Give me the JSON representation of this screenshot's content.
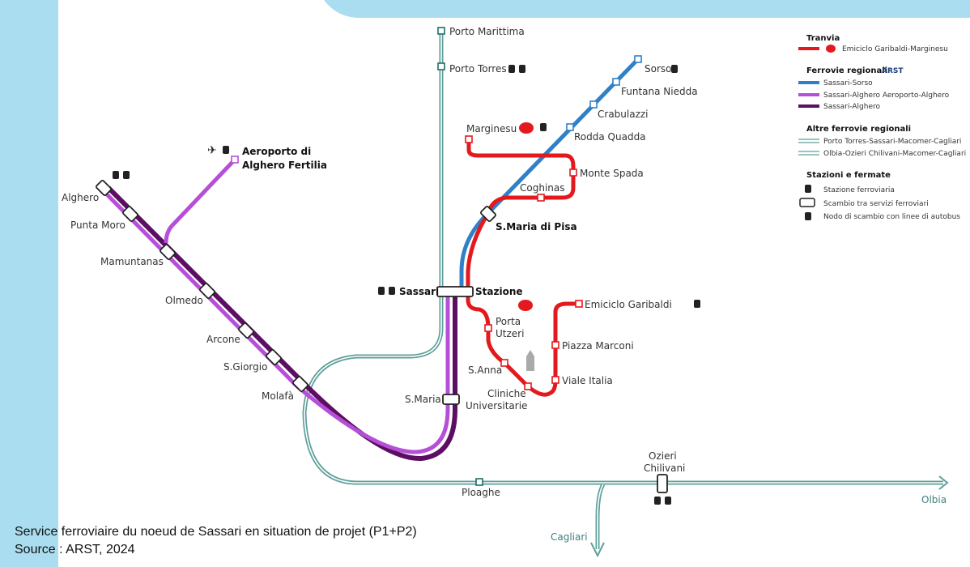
{
  "colors": {
    "sea": "#a9ddef",
    "tram": "#e3191d",
    "sorso": "#2f80c8",
    "airport": "#b64fd8",
    "alghero": "#5c0f62",
    "other": "#5e9f9b"
  },
  "stations": {
    "porto_marittima": "Porto Marittima",
    "porto_torres": "Porto Torres",
    "sorso": "Sorso",
    "funtana_niedda": "Funtana Niedda",
    "crabulazzi": "Crabulazzi",
    "rodda_quadda": "Rodda Quadda",
    "marginesu": "Marginesu",
    "monte_spada": "Monte Spada",
    "coghinas": "Coghinas",
    "s_maria_di_pisa": "S.Maria di Pisa",
    "sassari": "Sassari",
    "stazione": "Stazione",
    "porta": "Porta",
    "utzeri": "Utzeri",
    "s_anna": "S.Anna",
    "cliniche": "Cliniche",
    "universitarie": "Universitarie",
    "emiciclo_garibaldi": "Emiciclo Garibaldi",
    "piazza_marconi": "Piazza Marconi",
    "viale_italia": "Viale Italia",
    "s_maria": "S.Maria",
    "aeroporto_1": "Aeroporto di",
    "aeroporto_2": "Alghero Fertilia",
    "alghero": "Alghero",
    "punta_moro": "Punta Moro",
    "mamuntanas": "Mamuntanas",
    "olmedo": "Olmedo",
    "arcone": "Arcone",
    "s_giorgio": "S.Giorgio",
    "molafa": "Molafà",
    "ploaghe": "Ploaghe",
    "ozieri": "Ozieri",
    "chilivani": "Chilivani",
    "olbia": "Olbia",
    "cagliari": "Cagliari"
  },
  "legend": {
    "tranvia": "Tranvia",
    "tram_line": "Emiciclo Garibaldi-Marginesu",
    "ferrovie": "Ferrovie regionali",
    "arst_logo": "ARST",
    "sorso_line": "Sassari-Sorso",
    "airport_line": "Sassari-Alghero Aeroporto-Alghero",
    "alghero_line": "Sassari-Alghero",
    "altre": "Altre ferrovie regionali",
    "pt_line": "Porto Torres-Sassari-Macomer-Cagliari",
    "olbia_line": "Olbia-Ozieri Chilivani-Macomer-Cagliari",
    "stazioni": "Stazioni e fermate",
    "stazione_ferroviaria": "Stazione ferroviaria",
    "scambio": "Scambio tra servizi ferroviari",
    "nodo_bus": "Nodo di scambio con linee di autobus"
  },
  "caption": {
    "line1": "Service ferroviaire du noeud de Sassari en situation de projet (P1+P2)",
    "line2": "Source : ARST, 2024"
  }
}
